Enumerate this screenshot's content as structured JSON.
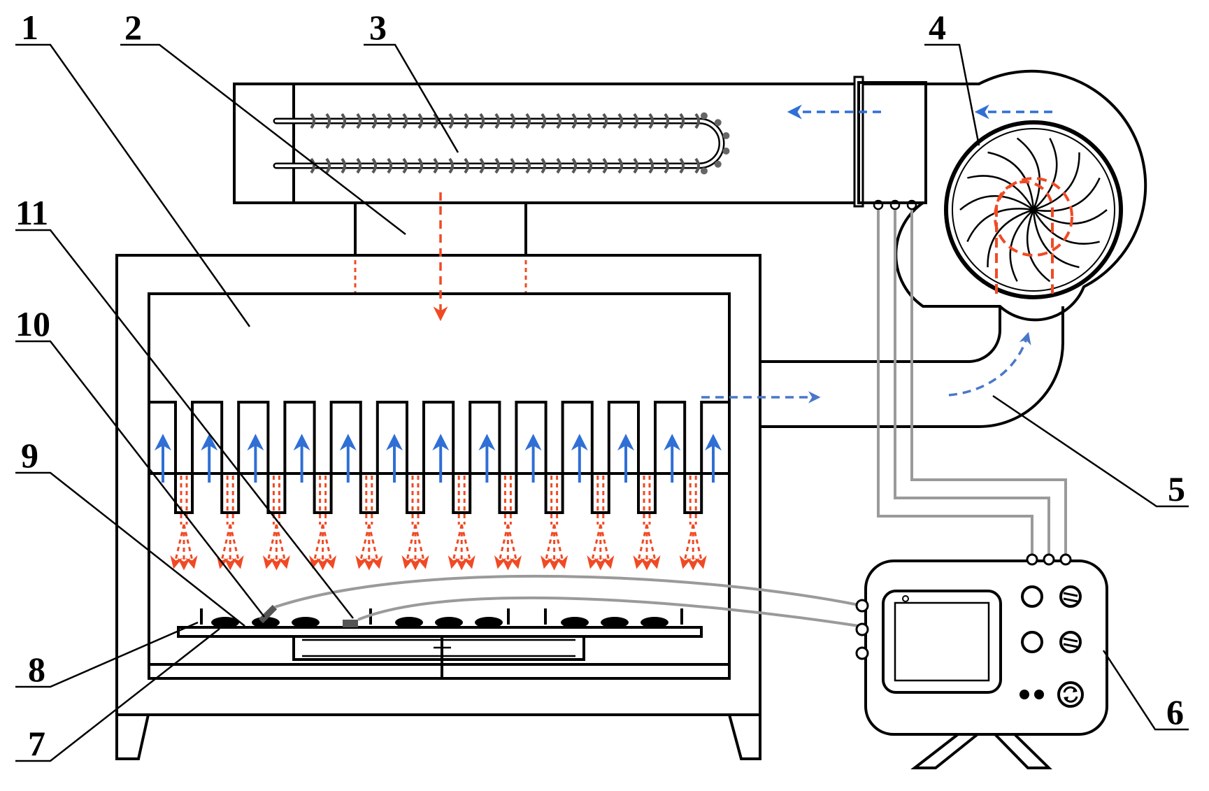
{
  "callouts": {
    "c1": "1",
    "c2": "2",
    "c3": "3",
    "c4": "4",
    "c5": "5",
    "c6": "6",
    "c7": "7",
    "c8": "8",
    "c9": "9",
    "c10": "10",
    "c11": "11"
  },
  "colors": {
    "hot_flow": "#f04a24",
    "cool_flow": "#2f6fd6",
    "return_flow": "#4a78c8",
    "wire": "#9a9a9a",
    "line": "#000000"
  },
  "icons": {
    "reset_button": "refresh-circle-icon",
    "fan_impeller": "fan-blades-icon"
  },
  "nozzle_count": 12
}
